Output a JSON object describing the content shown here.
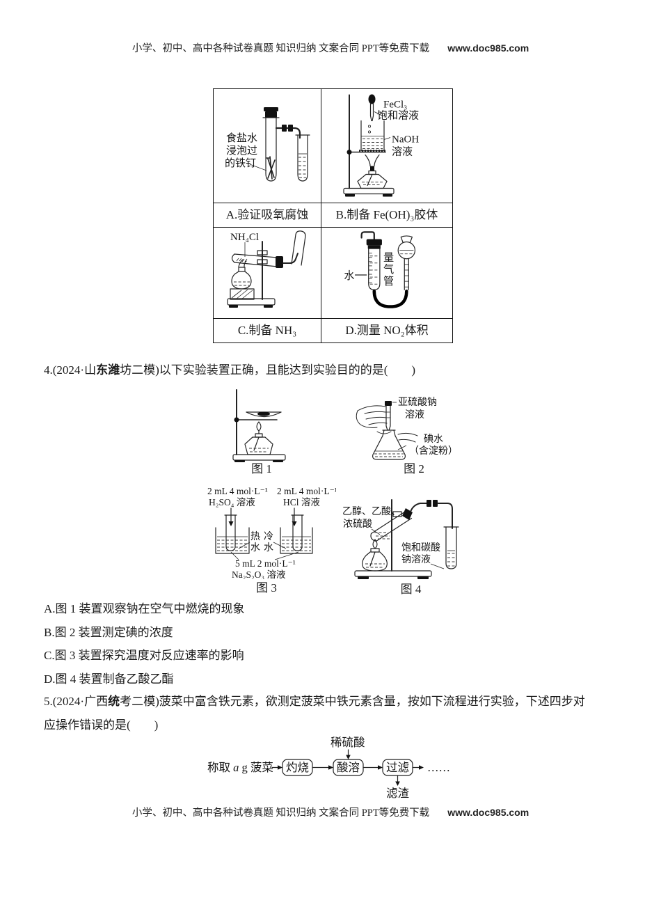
{
  "header": {
    "text": "小学、初中、高中各种试卷真题  知识归纳  文案合同  PPT等免费下载",
    "url": "www.doc985.com"
  },
  "footer": {
    "text": "小学、初中、高中各种试卷真题  知识归纳  文案合同  PPT等免费下载",
    "url": "www.doc985.com"
  },
  "table": {
    "a": {
      "line1": "食盐水",
      "line2": "浸泡过",
      "line3": "的铁钉",
      "caption": "A.验证吸氧腐蚀"
    },
    "b": {
      "fecl3": "FeCl₃",
      "sat": "饱和溶液",
      "naoh": "NaOH",
      "soln": "溶液",
      "caption": "B.制备 Fe(OH)₃胶体"
    },
    "c": {
      "nh4cl": "NH₄Cl",
      "caption": "C.制备 NH₃"
    },
    "d": {
      "water": "水",
      "t1": "量",
      "t2": "气",
      "t3": "管",
      "caption": "D.测量 NO₂体积"
    }
  },
  "q4": {
    "prefix": "4.(2024·山",
    "bold": "东潍",
    "sans": "坊二模",
    "stem": ")以下实验装置正确，且能达到实验目的的是(　　)",
    "fig1": {
      "caption": "图 1"
    },
    "fig2": {
      "caption": "图 2",
      "l1a": "亚硫酸钠",
      "l1b": "溶液",
      "l2a": "碘水",
      "l2b": "（含淀粉）"
    },
    "fig3": {
      "caption": "图 3",
      "lc1": "2 mL 4 mol·L⁻¹",
      "lc2": "H₂SO₄ 溶液",
      "rc1": "2 mL 4 mol·L⁻¹",
      "rc2": "HCl 溶液",
      "hot1": "热",
      "hot2": "水",
      "cold1": "冷",
      "cold2": "水",
      "b1": "5 mL 2 mol·L⁻¹",
      "b2": "Na₂S₂O₃ 溶液"
    },
    "fig4": {
      "caption": "图 4",
      "l1a": "乙醇、乙酸、",
      "l1b": "浓硫酸",
      "l2a": "饱和碳酸",
      "l2b": "钠溶液"
    },
    "optA": "A.图 1 装置观察钠在空气中燃烧的现象",
    "optB": "B.图 2 装置测定碘的浓度",
    "optC": "C.图 3 装置探究温度对反应速率的影响",
    "optD": "D.图 4 装置制备乙酸乙酯"
  },
  "q5": {
    "prefix": "5.(2024·广西",
    "bold": "统",
    "sans": "考二模",
    "stem1": ")菠菜中富含铁元素，欲测定菠菜中铁元素含量，按如下流程进行实验，下述四步对",
    "stem2": "应操作错误的是(　　)",
    "flow": {
      "start_prefix": "称取 ",
      "start_var": "a",
      "start_suffix": " g 菠菜",
      "step1": "灼烧",
      "step2": "酸溶",
      "step3": "过滤",
      "top": "稀硫酸",
      "out": "滤渣",
      "dots": "……"
    }
  }
}
